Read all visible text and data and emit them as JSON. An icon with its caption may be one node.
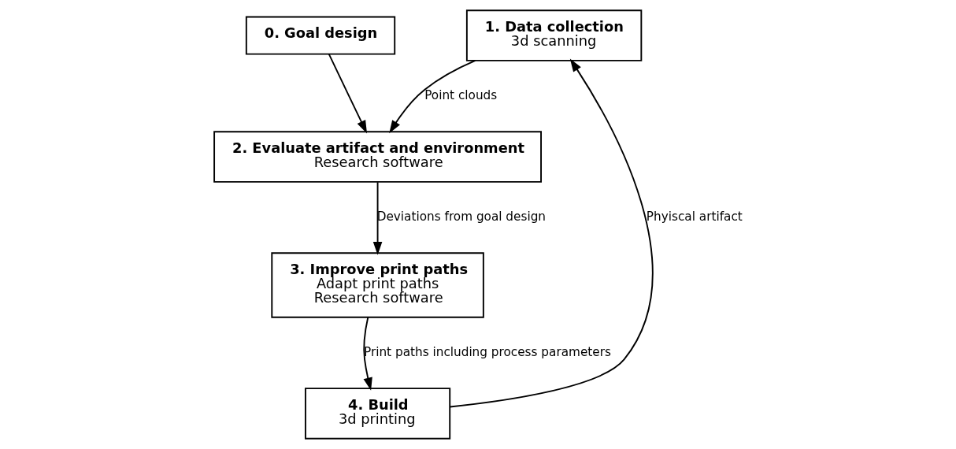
{
  "diagram": {
    "nodes": [
      {
        "text": [
          "0. Goal design"
        ]
      },
      {
        "text": [
          "1. Data collection",
          "3d scanning"
        ]
      },
      {
        "text": [
          "2. Evaluate artifact and environment",
          "Research software"
        ]
      },
      {
        "text": [
          "3. Improve print paths",
          "Adapt print paths",
          "Research software"
        ]
      },
      {
        "text": [
          "4. Build",
          "3d printing"
        ]
      }
    ],
    "edges": [
      {
        "from": 1,
        "to": 2,
        "arrow": "to",
        "label": "Point clouds"
      },
      {
        "from": 0,
        "to": 2,
        "arrow": "to"
      },
      {
        "from": 2,
        "to": 3,
        "arrow": "to",
        "label": "Deviations from goal design"
      },
      {
        "from": 3,
        "to": 4,
        "arrow": "to",
        "label": "Print paths including process parameters"
      },
      {
        "from": 4,
        "to": 1,
        "arrow": "to",
        "label": "Phyiscal artifact"
      }
    ]
  }
}
